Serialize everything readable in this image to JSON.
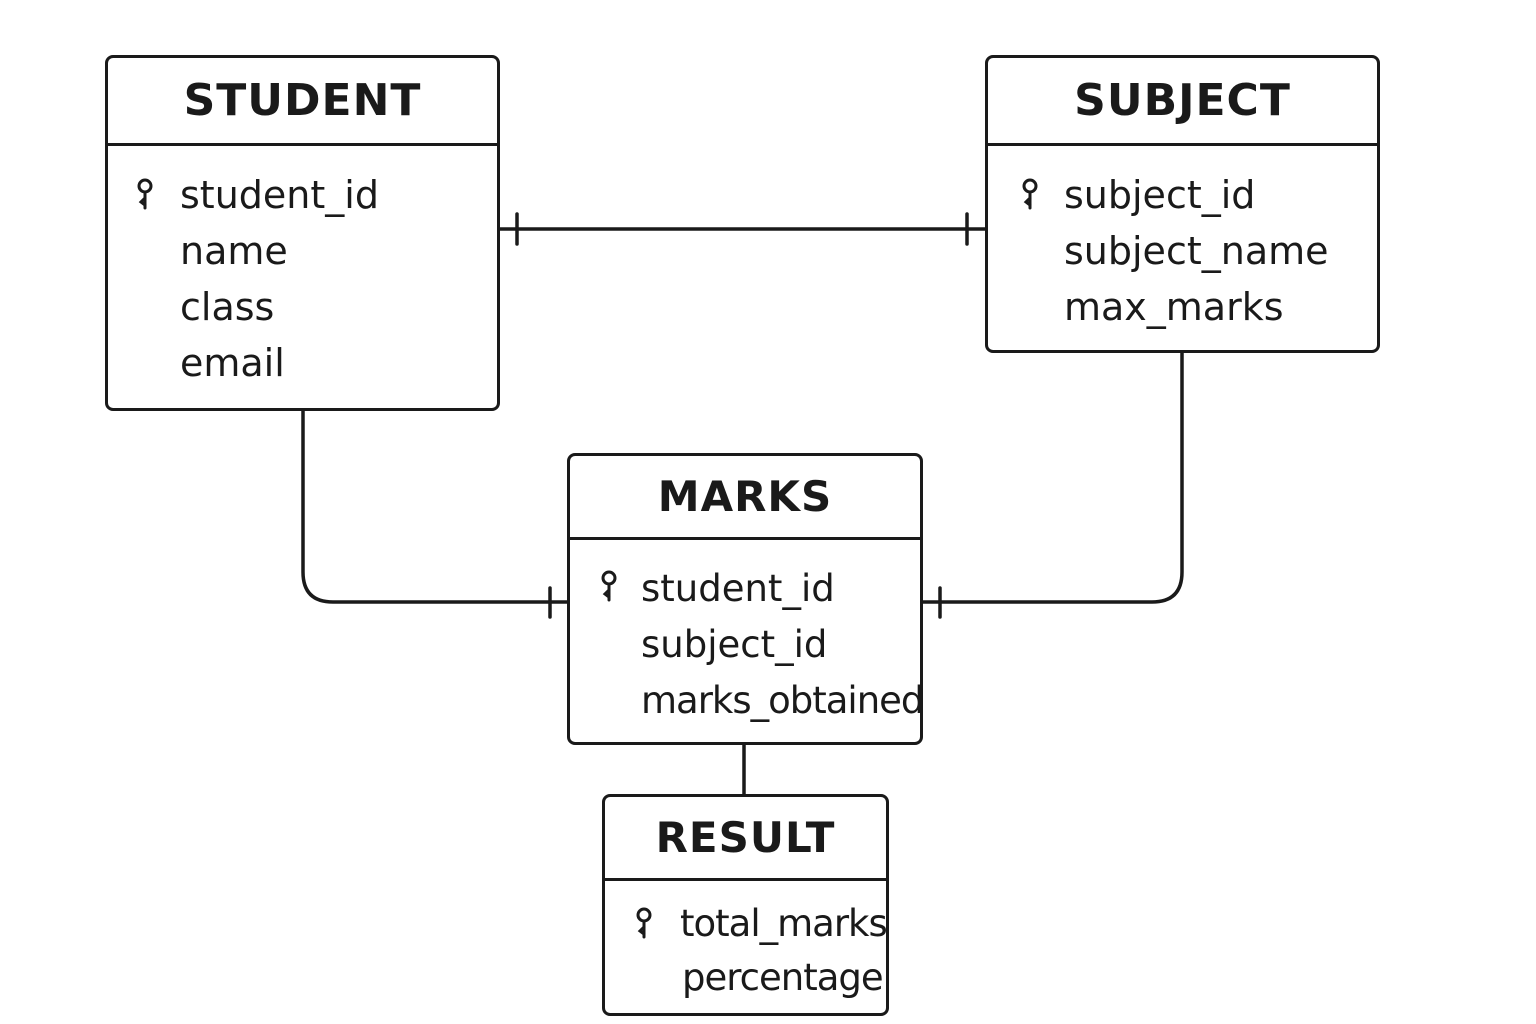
{
  "entities": {
    "student": {
      "title": "STUDENT",
      "attributes": [
        "student_id",
        "name",
        "class",
        "email"
      ],
      "key_attribute": "student_id"
    },
    "subject": {
      "title": "SUBJECT",
      "attributes": [
        "subject_id",
        "subject_name",
        "max_marks"
      ],
      "key_attribute": "subject_id"
    },
    "marks": {
      "title": "MARKS",
      "attributes": [
        "student_id",
        "subject_id",
        "marks_obtained"
      ],
      "key_attribute": "student_id"
    },
    "result": {
      "title": "RESULT",
      "attributes": [
        "total_marks",
        "percentage"
      ],
      "key_attribute": "total_marks"
    }
  },
  "relationships": [
    {
      "from": "STUDENT",
      "to": "SUBJECT",
      "notation": "one-to-one"
    },
    {
      "from": "STUDENT",
      "to": "MARKS",
      "notation": "one"
    },
    {
      "from": "SUBJECT",
      "to": "MARKS",
      "notation": "one"
    },
    {
      "from": "MARKS",
      "to": "RESULT",
      "notation": "plain"
    }
  ],
  "icons": {
    "key": "key-icon"
  },
  "colors": {
    "stroke": "#1a1a1a",
    "background": "#ffffff"
  }
}
